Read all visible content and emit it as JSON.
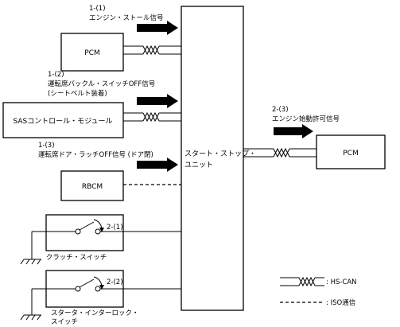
{
  "diagram": {
    "center_unit": {
      "line1": "スタート・ストップ・",
      "line2": "ユニット"
    },
    "pcm_left": "PCM",
    "sas": "SASコントロール・モジュール",
    "rbcm": "RBCM",
    "pcm_right": "PCM",
    "signal_1_1": {
      "num": "1-(1)",
      "text": "エンジン・ストール信号"
    },
    "signal_1_2": {
      "num": "1-(2)",
      "text1": "運転席バックル・スイッチOFF信号",
      "text2": "(シートベルト装着)"
    },
    "signal_1_3": {
      "num": "1-(3)",
      "text": "運転席ドア・ラッチOFF信号 (ドア閉)"
    },
    "signal_2_3": {
      "num": "2-(3)",
      "text": "エンジン始動許可信号"
    },
    "switch_1": {
      "num": "2-(1)",
      "label": "クラッチ・スイッチ"
    },
    "switch_2": {
      "num": "2-(2)",
      "label1": "スタータ・インターロック・",
      "label2": "スイッチ"
    },
    "legend": {
      "hscan": ": HS-CAN",
      "iso": ": ISO通信"
    }
  }
}
